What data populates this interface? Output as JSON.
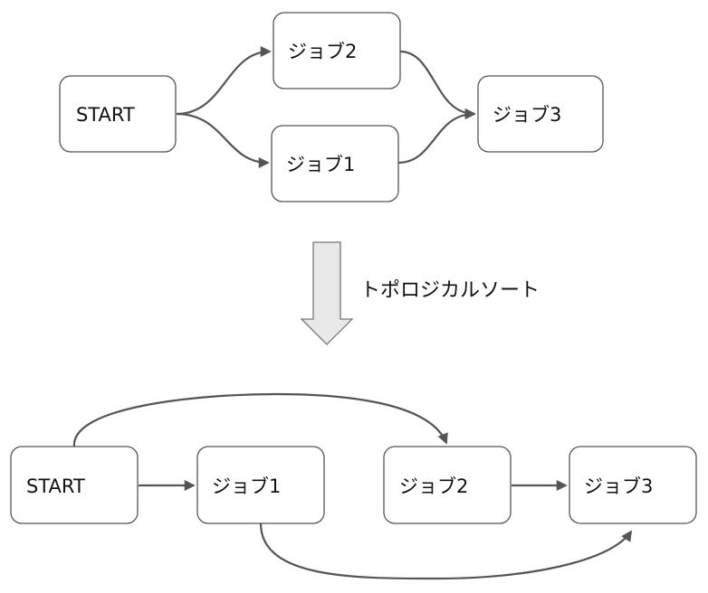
{
  "top_graph": {
    "nodes": {
      "start": "START",
      "job2": "ジョブ2",
      "job1": "ジョブ1",
      "job3": "ジョブ3"
    }
  },
  "transform": {
    "label": "トポロジカルソート"
  },
  "bottom_graph": {
    "nodes": {
      "start": "START",
      "job1": "ジョブ1",
      "job2": "ジョブ2",
      "job3": "ジョブ3"
    }
  }
}
